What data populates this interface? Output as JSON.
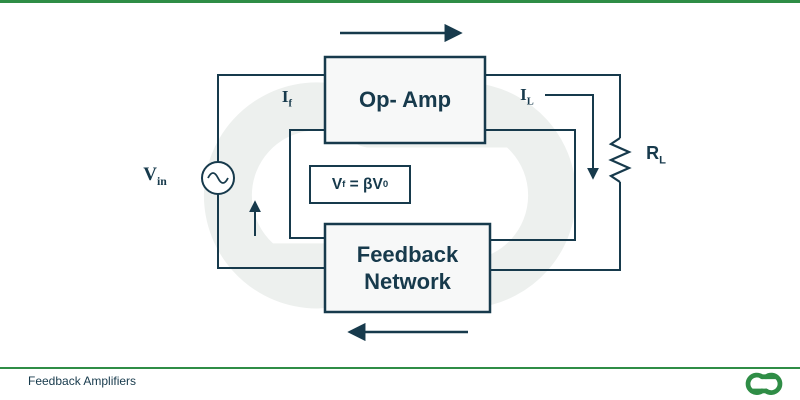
{
  "page": {
    "colors": {
      "accent_green": "#2f8d46",
      "ink_navy": "#173a4c",
      "box_fill": "#f7f8f8",
      "watermark_gray": "#edf0ee"
    },
    "footer": {
      "caption": "Feedback Amplifiers",
      "logo_icon": "geeksforgeeks-logo"
    },
    "watermark_icon": "geeksforgeeks-logo"
  },
  "diagram": {
    "blocks": {
      "opamp": {
        "label": "Op- Amp"
      },
      "feedback_network": {
        "line1": "Feedback",
        "line2": "Network"
      },
      "equation": {
        "base": "V",
        "base_sub": "f",
        "rest": " = βV",
        "rest_sub": "0"
      }
    },
    "labels": {
      "vin": {
        "base": "V",
        "sub": "in"
      },
      "i_f": {
        "base": "I",
        "sub": "f"
      },
      "i_l": {
        "base": "I",
        "sub": "L"
      },
      "r_l": {
        "base": "R",
        "sub": "L"
      }
    },
    "symbols": {
      "source": "ac-sine-source",
      "load": "resistor-zigzag"
    },
    "flow": {
      "top_arrow": "left-to-right",
      "bottom_arrow": "right-to-left"
    }
  }
}
